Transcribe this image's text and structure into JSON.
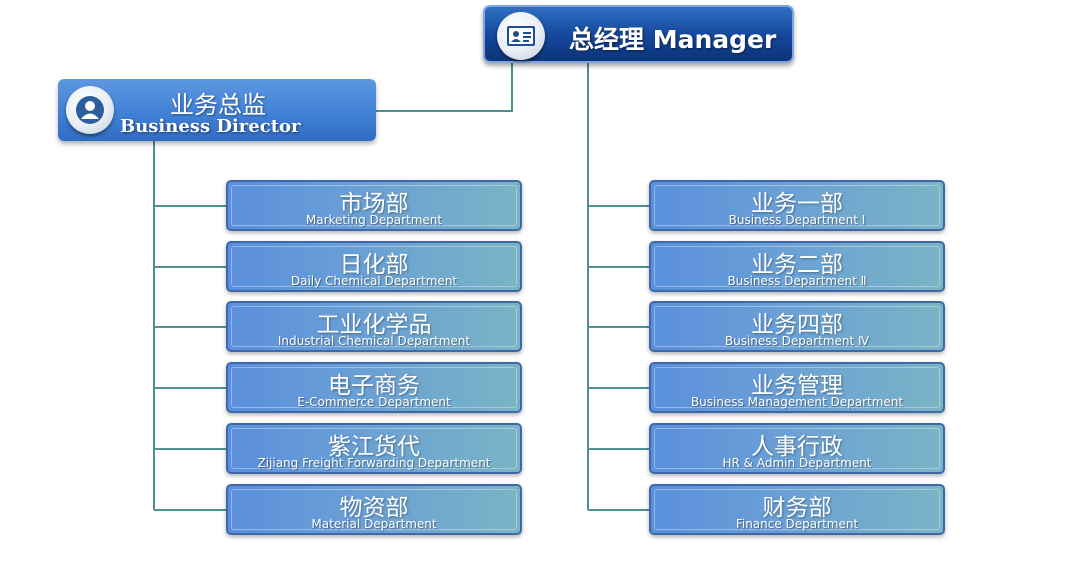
{
  "manager": {
    "title": "总经理 Manager",
    "icon": "id-card-icon"
  },
  "director": {
    "title_cn": "业务总监",
    "title_en": "Business Director",
    "icon": "user-icon"
  },
  "left_departments": [
    {
      "cn": "市场部",
      "en": "Marketing Department"
    },
    {
      "cn": "日化部",
      "en": "Daily Chemical  Department"
    },
    {
      "cn": "工业化学品",
      "en": "Industrial Chemical  Department"
    },
    {
      "cn": "电子商务",
      "en": "E-Commerce Department"
    },
    {
      "cn": "紫江货代",
      "en": "Zijiang Freight Forwarding Department"
    },
    {
      "cn": "物资部",
      "en": "Material Department"
    }
  ],
  "right_departments": [
    {
      "cn": "业务一部",
      "en": "Business Department   Ⅰ"
    },
    {
      "cn": "业务二部",
      "en": "Business Department  Ⅱ"
    },
    {
      "cn": "业务四部",
      "en": "Business Department  Ⅳ"
    },
    {
      "cn": "业务管理",
      "en": "Business Management Department"
    },
    {
      "cn": "人事行政",
      "en": "HR & Admin Department"
    },
    {
      "cn": "财务部",
      "en": "Finance Department"
    }
  ],
  "colors": {
    "connector": "#4f8f92",
    "manager_fill": "#14469a",
    "director_fill": "#3f7fd4",
    "dept_fill_left": "#5a8fdc",
    "dept_fill_right": "#7ab4c4"
  }
}
